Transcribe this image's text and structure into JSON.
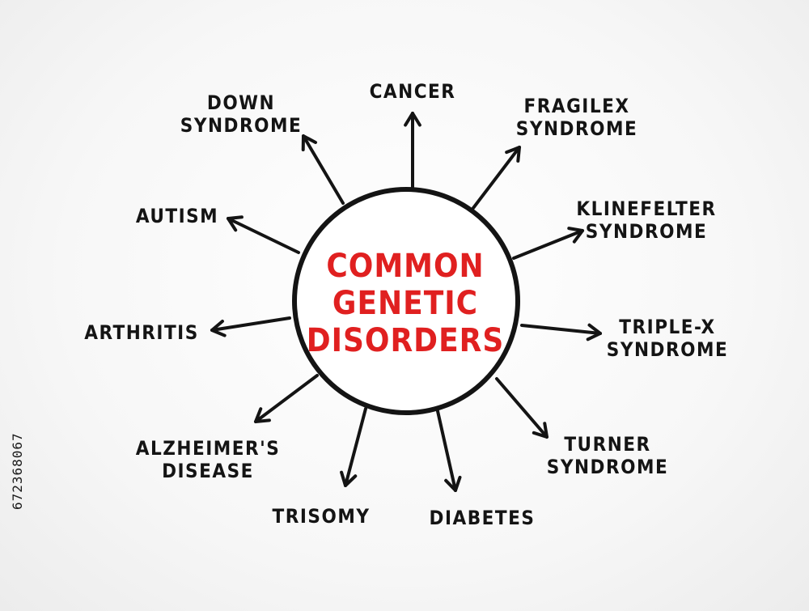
{
  "diagram": {
    "center": {
      "lines": [
        "COMMON",
        "GENETIC",
        "DISORDERS"
      ],
      "color": "#e02020"
    },
    "ink_color": "#141414",
    "nodes": [
      {
        "id": "cancer",
        "lines": [
          "CANCER"
        ]
      },
      {
        "id": "fragilex",
        "lines": [
          "FRAGILEX",
          "SYNDROME"
        ]
      },
      {
        "id": "klinefelter",
        "lines": [
          "KLINEFELTER",
          "SYNDROME"
        ]
      },
      {
        "id": "triple-x",
        "lines": [
          "TRIPLE-X",
          "SYNDROME"
        ]
      },
      {
        "id": "turner",
        "lines": [
          "TURNER",
          "SYNDROME"
        ]
      },
      {
        "id": "diabetes",
        "lines": [
          "DIABETES"
        ]
      },
      {
        "id": "trisomy",
        "lines": [
          "TRISOMY"
        ]
      },
      {
        "id": "alzheimers",
        "lines": [
          "ALZHEIMER'S",
          "DISEASE"
        ]
      },
      {
        "id": "arthritis",
        "lines": [
          "ARTHRITIS"
        ]
      },
      {
        "id": "autism",
        "lines": [
          "AUTISM"
        ]
      },
      {
        "id": "down",
        "lines": [
          "DOWN",
          "SYNDROME"
        ]
      }
    ]
  },
  "watermark": {
    "stock_id": "672368067"
  }
}
